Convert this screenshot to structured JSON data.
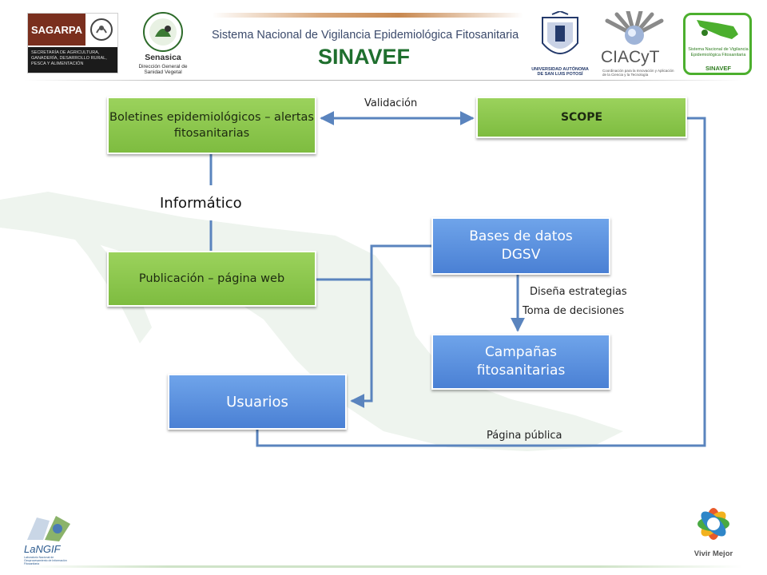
{
  "header": {
    "title": "Sistema Nacional de Vigilancia Epidemiológica Fitosanitaria",
    "acronym": "SINAVEF"
  },
  "logos": {
    "sagarpa": {
      "name": "SAGARPA",
      "subtitle": "SECRETARÍA DE AGRICULTURA, GANADERÍA, DESARROLLO RURAL, PESCA Y ALIMENTACIÓN"
    },
    "senasica": {
      "name": "Senasica",
      "subtitle": "Dirección General de Sanidad Vegetal"
    },
    "uaslp": {
      "name": "UNIVERSIDAD AUTÓNOMA DE SAN LUIS POTOSÍ"
    },
    "ciacyt": {
      "name": "CIACyT",
      "subtitle": "Coordinación para la Innovación y Aplicación de la Ciencia y la Tecnología"
    },
    "sinavef": {
      "text": "Sistema Nacional de Vigilancia Epidemiológica Fitosanitaria",
      "acronym": "SINAVEF"
    },
    "langif": {
      "name": "LaNGIF",
      "subtitle": "Laboratorio Nacional de Geoprocesamiento de Información Fitosanitaria"
    },
    "vivir_mejor": {
      "name": "Vivir Mejor"
    }
  },
  "diagram": {
    "nodes": {
      "boletines": "Boletines epidemiológicos – alertas fitosanitarias",
      "scope": "SCOPE",
      "publicacion": "Publicación – página web",
      "bases": "Bases de datos DGSV",
      "campanas": "Campañas fitosanitarias",
      "usuarios": "Usuarios"
    },
    "labels": {
      "validacion": "Validación",
      "informatico": "Informático",
      "disena": "Diseña estrategias",
      "toma": "Toma de decisiones",
      "pagina_publica": "Página pública"
    }
  },
  "colors": {
    "green_box": "#8cc84b",
    "blue_box": "#5b8fdf",
    "connector": "#5a84be",
    "title_green": "#1f6f2e"
  }
}
